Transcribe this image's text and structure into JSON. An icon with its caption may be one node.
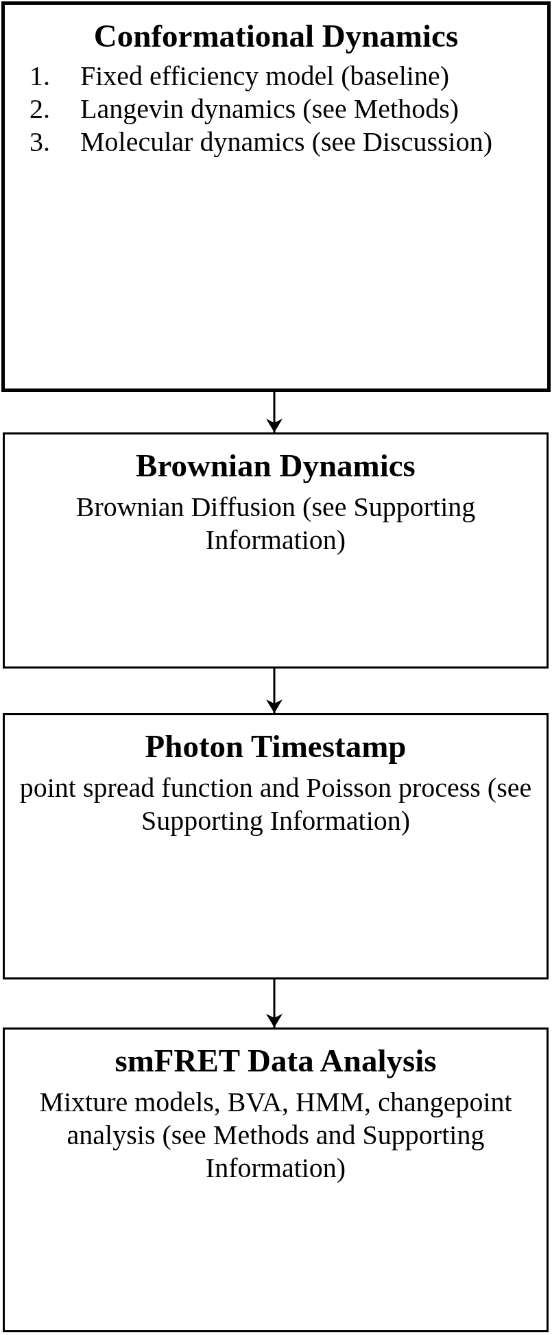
{
  "diagram": {
    "nodes": [
      {
        "text": [
          "Conformational Dynamics",
          "1. Fixed efficiency model (baseline)",
          "2. Langevin dynamics (see Methods)",
          "3. Molecular dynamics (see Discussion)"
        ]
      },
      {
        "text": [
          "Brownian Dynamics",
          "Brownian Diffusion (see Supporting Information)"
        ]
      },
      {
        "text": [
          "Photon Timestamp",
          "point spread function and Poisson process (see Supporting Information)"
        ]
      },
      {
        "text": [
          "smFRET Data Analysis",
          "Mixture models, BVA, HMM, changepoint analysis (see Methods and Supporting Information)"
        ]
      }
    ],
    "edges": [
      {
        "from": 0,
        "to": 1,
        "arrow": "to"
      },
      {
        "from": 1,
        "to": 2,
        "arrow": "to"
      },
      {
        "from": 2,
        "to": 3,
        "arrow": "to"
      }
    ]
  }
}
